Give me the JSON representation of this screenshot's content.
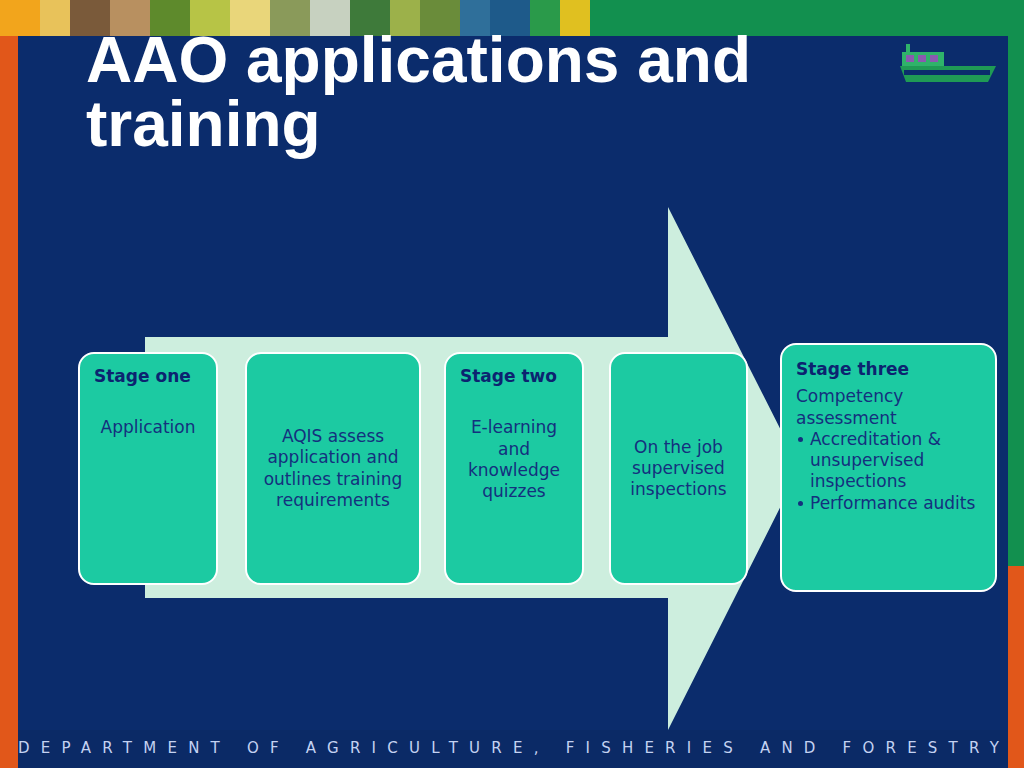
{
  "diagram": {
    "title": "AAO applications and training",
    "nodes": [
      {
        "text": [
          "Stage one",
          "Application"
        ]
      },
      {
        "text": [
          "AQIS assess application and outlines training requirements"
        ]
      },
      {
        "text": [
          "Stage two",
          "E-learning and knowledge quizzes"
        ]
      },
      {
        "text": [
          "On the job supervised inspections"
        ]
      },
      {
        "text": [
          "Stage three",
          "Competency assessment",
          "Accreditation & unsupervised inspections",
          "Performance audits"
        ]
      }
    ],
    "labels": [
      "DEPARTMENT OF AGRICULTURE, FISHERIES AND FORESTRY"
    ]
  }
}
